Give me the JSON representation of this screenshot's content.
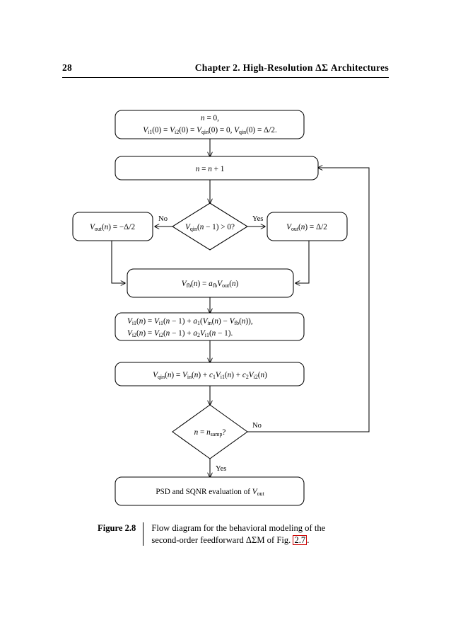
{
  "page": {
    "folio": "28",
    "running_title": "Chapter 2.   High-Resolution ΔΣ Architectures"
  },
  "figure": {
    "caption_label": "Figure 2.8",
    "caption_line1": "Flow diagram for the behavioral modeling of the",
    "caption_line2_pre": "second-order feedforward ΔΣM of Fig.",
    "caption_xref": "2.7",
    "caption_line2_post": "."
  },
  "flow": {
    "init_line1": "n = 0,",
    "init_line2": "Vi1(0) = Vi2(0) = Vqin(0) = 0,  Vqin(0) = Δ/2.",
    "increment": "n = n + 1",
    "decision1": "Vqin(n − 1) > 0?",
    "decision1_no_label": "No",
    "decision1_yes_label": "Yes",
    "out_negative": "Vout(n) = −Δ/2",
    "out_positive": "Vout(n) = Δ/2",
    "feedback": "Vfb(n) = afb Vout(n)",
    "integrators_line1": "Vi1(n) = Vi1(n − 1) + a1(Vin(n) − Vfb(n)),",
    "integrators_line2": "Vi2(n) = Vi2(n − 1) + a2 Vi1(n − 1).",
    "quantizer_input": "Vqin(n) = Vin(n) + c1Vi1(n) + c2Vi2(n)",
    "decision2": "n = nsamp?",
    "decision2_no_label": "No",
    "decision2_yes_label": "Yes",
    "terminal": "PSD and SQNR evaluation of Vout"
  },
  "colors": {
    "ink": "#000000",
    "paper": "#ffffff",
    "xref_border": "#cc0000"
  }
}
